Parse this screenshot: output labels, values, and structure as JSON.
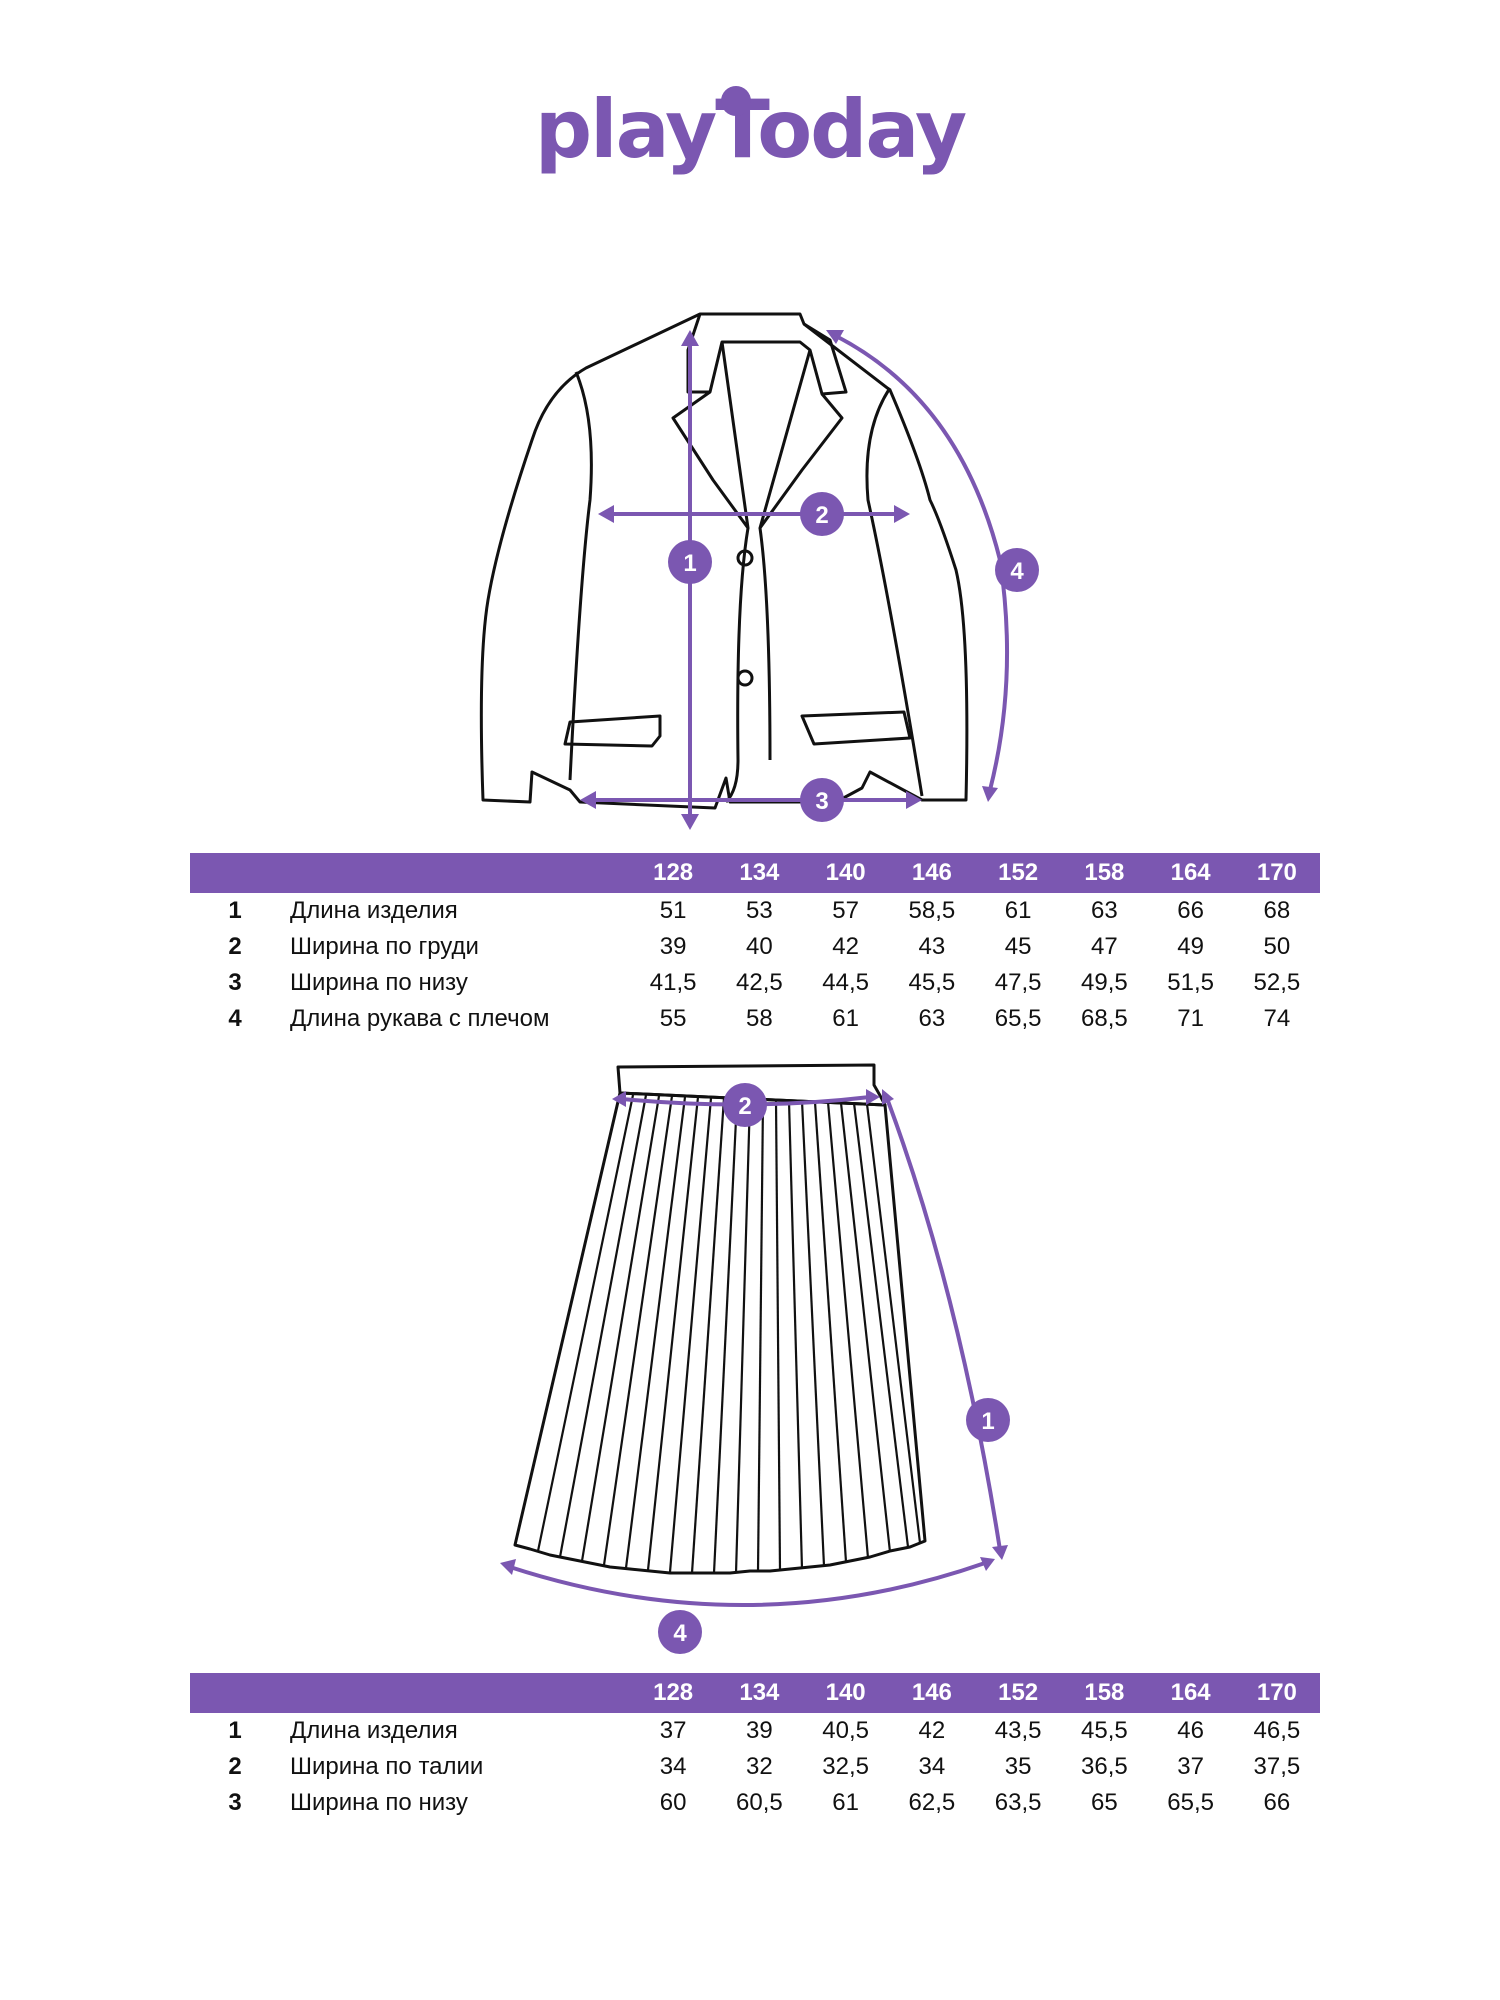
{
  "brand": {
    "name": "playToday",
    "color": "#7b57b1"
  },
  "sizes": [
    "128",
    "134",
    "140",
    "146",
    "152",
    "158",
    "164",
    "170"
  ],
  "jacket": {
    "markers": [
      "1",
      "2",
      "3",
      "4"
    ],
    "rows": [
      {
        "num": "1",
        "label": "Длина изделия",
        "values": [
          "51",
          "53",
          "57",
          "58,5",
          "61",
          "63",
          "66",
          "68"
        ]
      },
      {
        "num": "2",
        "label": "Ширина по груди",
        "values": [
          "39",
          "40",
          "42",
          "43",
          "45",
          "47",
          "49",
          "50"
        ]
      },
      {
        "num": "3",
        "label": "Ширина по низу",
        "values": [
          "41,5",
          "42,5",
          "44,5",
          "45,5",
          "47,5",
          "49,5",
          "51,5",
          "52,5"
        ]
      },
      {
        "num": "4",
        "label": "Длина рукава с плечом",
        "values": [
          "55",
          "58",
          "61",
          "63",
          "65,5",
          "68,5",
          "71",
          "74"
        ]
      }
    ]
  },
  "skirt": {
    "markers": [
      "1",
      "2",
      "4"
    ],
    "rows": [
      {
        "num": "1",
        "label": "Длина изделия",
        "values": [
          "37",
          "39",
          "40,5",
          "42",
          "43,5",
          "45,5",
          "46",
          "46,5"
        ]
      },
      {
        "num": "2",
        "label": "Ширина по талии",
        "values": [
          "34",
          "32",
          "32,5",
          "34",
          "35",
          "36,5",
          "37",
          "37,5"
        ]
      },
      {
        "num": "3",
        "label": "Ширина по низу",
        "values": [
          "60",
          "60,5",
          "61",
          "62,5",
          "63,5",
          "65",
          "65,5",
          "66"
        ]
      }
    ]
  }
}
